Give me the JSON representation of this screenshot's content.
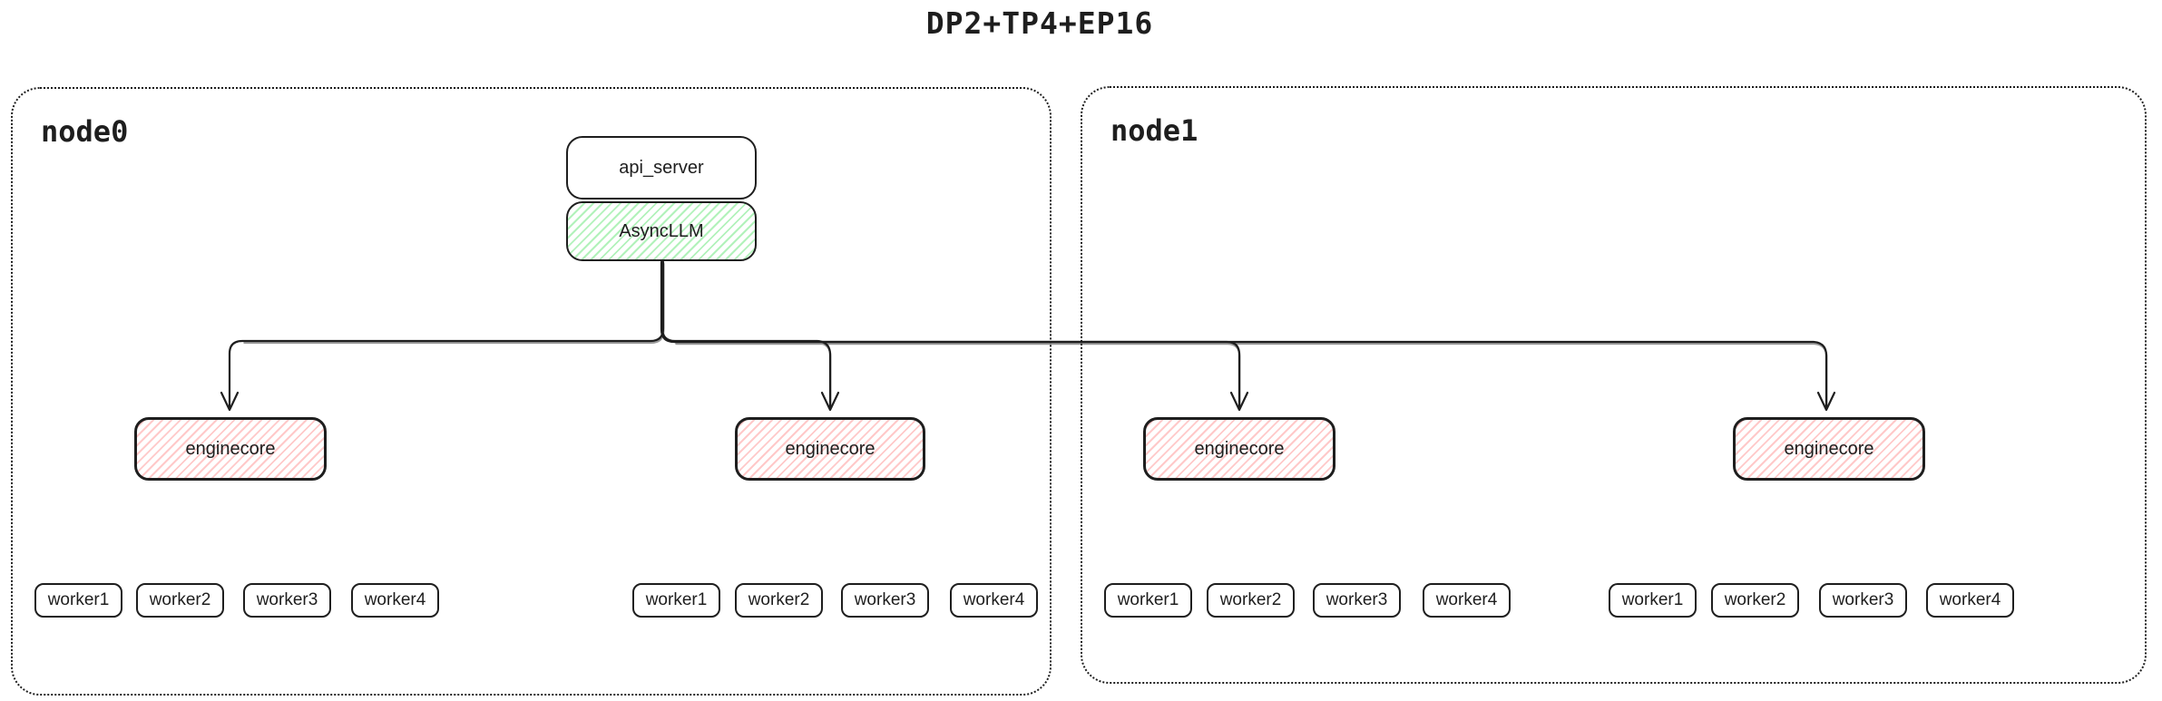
{
  "title": "DP2+TP4+EP16",
  "colors": {
    "stroke": "#1e1e1e",
    "async_llm_fill": "#b2f2bb",
    "enginecore_fill": "#ffc9c9",
    "background": "#ffffff"
  },
  "nodes": [
    {
      "label": "node0"
    },
    {
      "label": "node1"
    }
  ],
  "api_server": {
    "label": "api_server"
  },
  "async_llm": {
    "label": "AsyncLLM"
  },
  "enginecores": [
    {
      "label": "enginecore"
    },
    {
      "label": "enginecore"
    },
    {
      "label": "enginecore"
    },
    {
      "label": "enginecore"
    }
  ],
  "worker_groups": [
    {
      "workers": [
        "worker1",
        "worker2",
        "worker3",
        "worker4"
      ]
    },
    {
      "workers": [
        "worker1",
        "worker2",
        "worker3",
        "worker4"
      ]
    },
    {
      "workers": [
        "worker1",
        "worker2",
        "worker3",
        "worker4"
      ]
    },
    {
      "workers": [
        "worker1",
        "worker2",
        "worker3",
        "worker4"
      ]
    }
  ]
}
